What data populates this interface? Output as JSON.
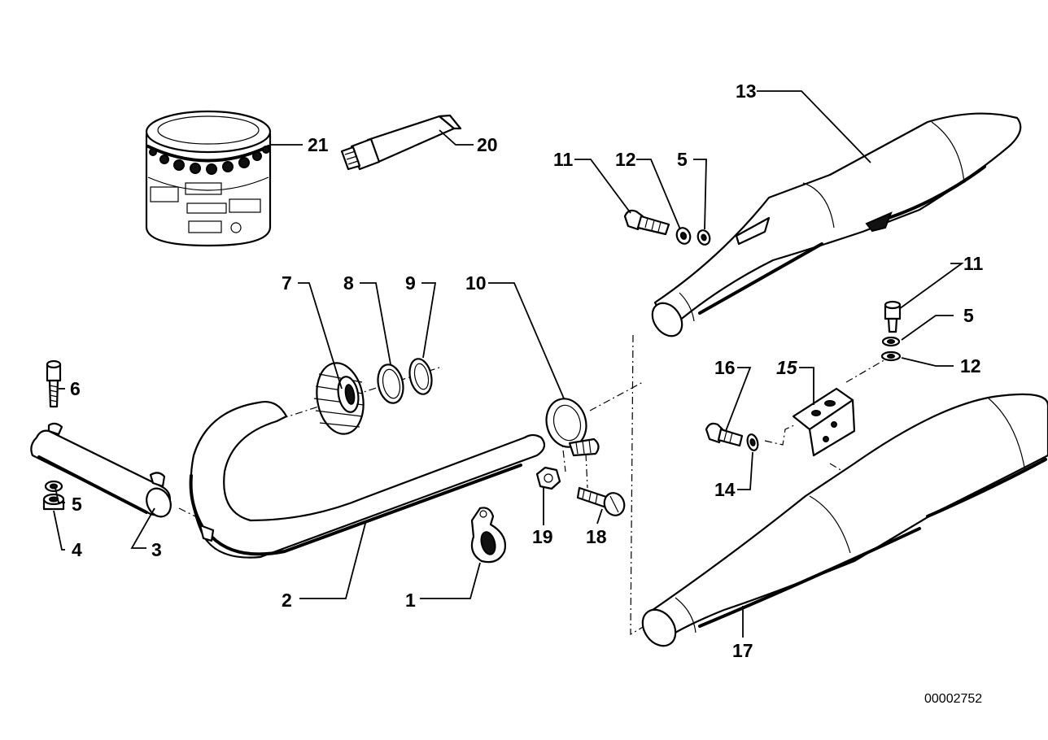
{
  "diagram": {
    "document_number": "00002752",
    "callouts": {
      "c1": "1",
      "c2": "2",
      "c3": "3",
      "c4": "4",
      "c5a": "5",
      "c5b": "5",
      "c5c": "5",
      "c6": "6",
      "c7": "7",
      "c8": "8",
      "c9": "9",
      "c10": "10",
      "c11a": "11",
      "c11b": "11",
      "c12a": "12",
      "c12b": "12",
      "c13": "13",
      "c14": "14",
      "c15": "15",
      "c16": "16",
      "c17": "17",
      "c18": "18",
      "c19": "19",
      "c20": "20",
      "c21": "21"
    }
  }
}
